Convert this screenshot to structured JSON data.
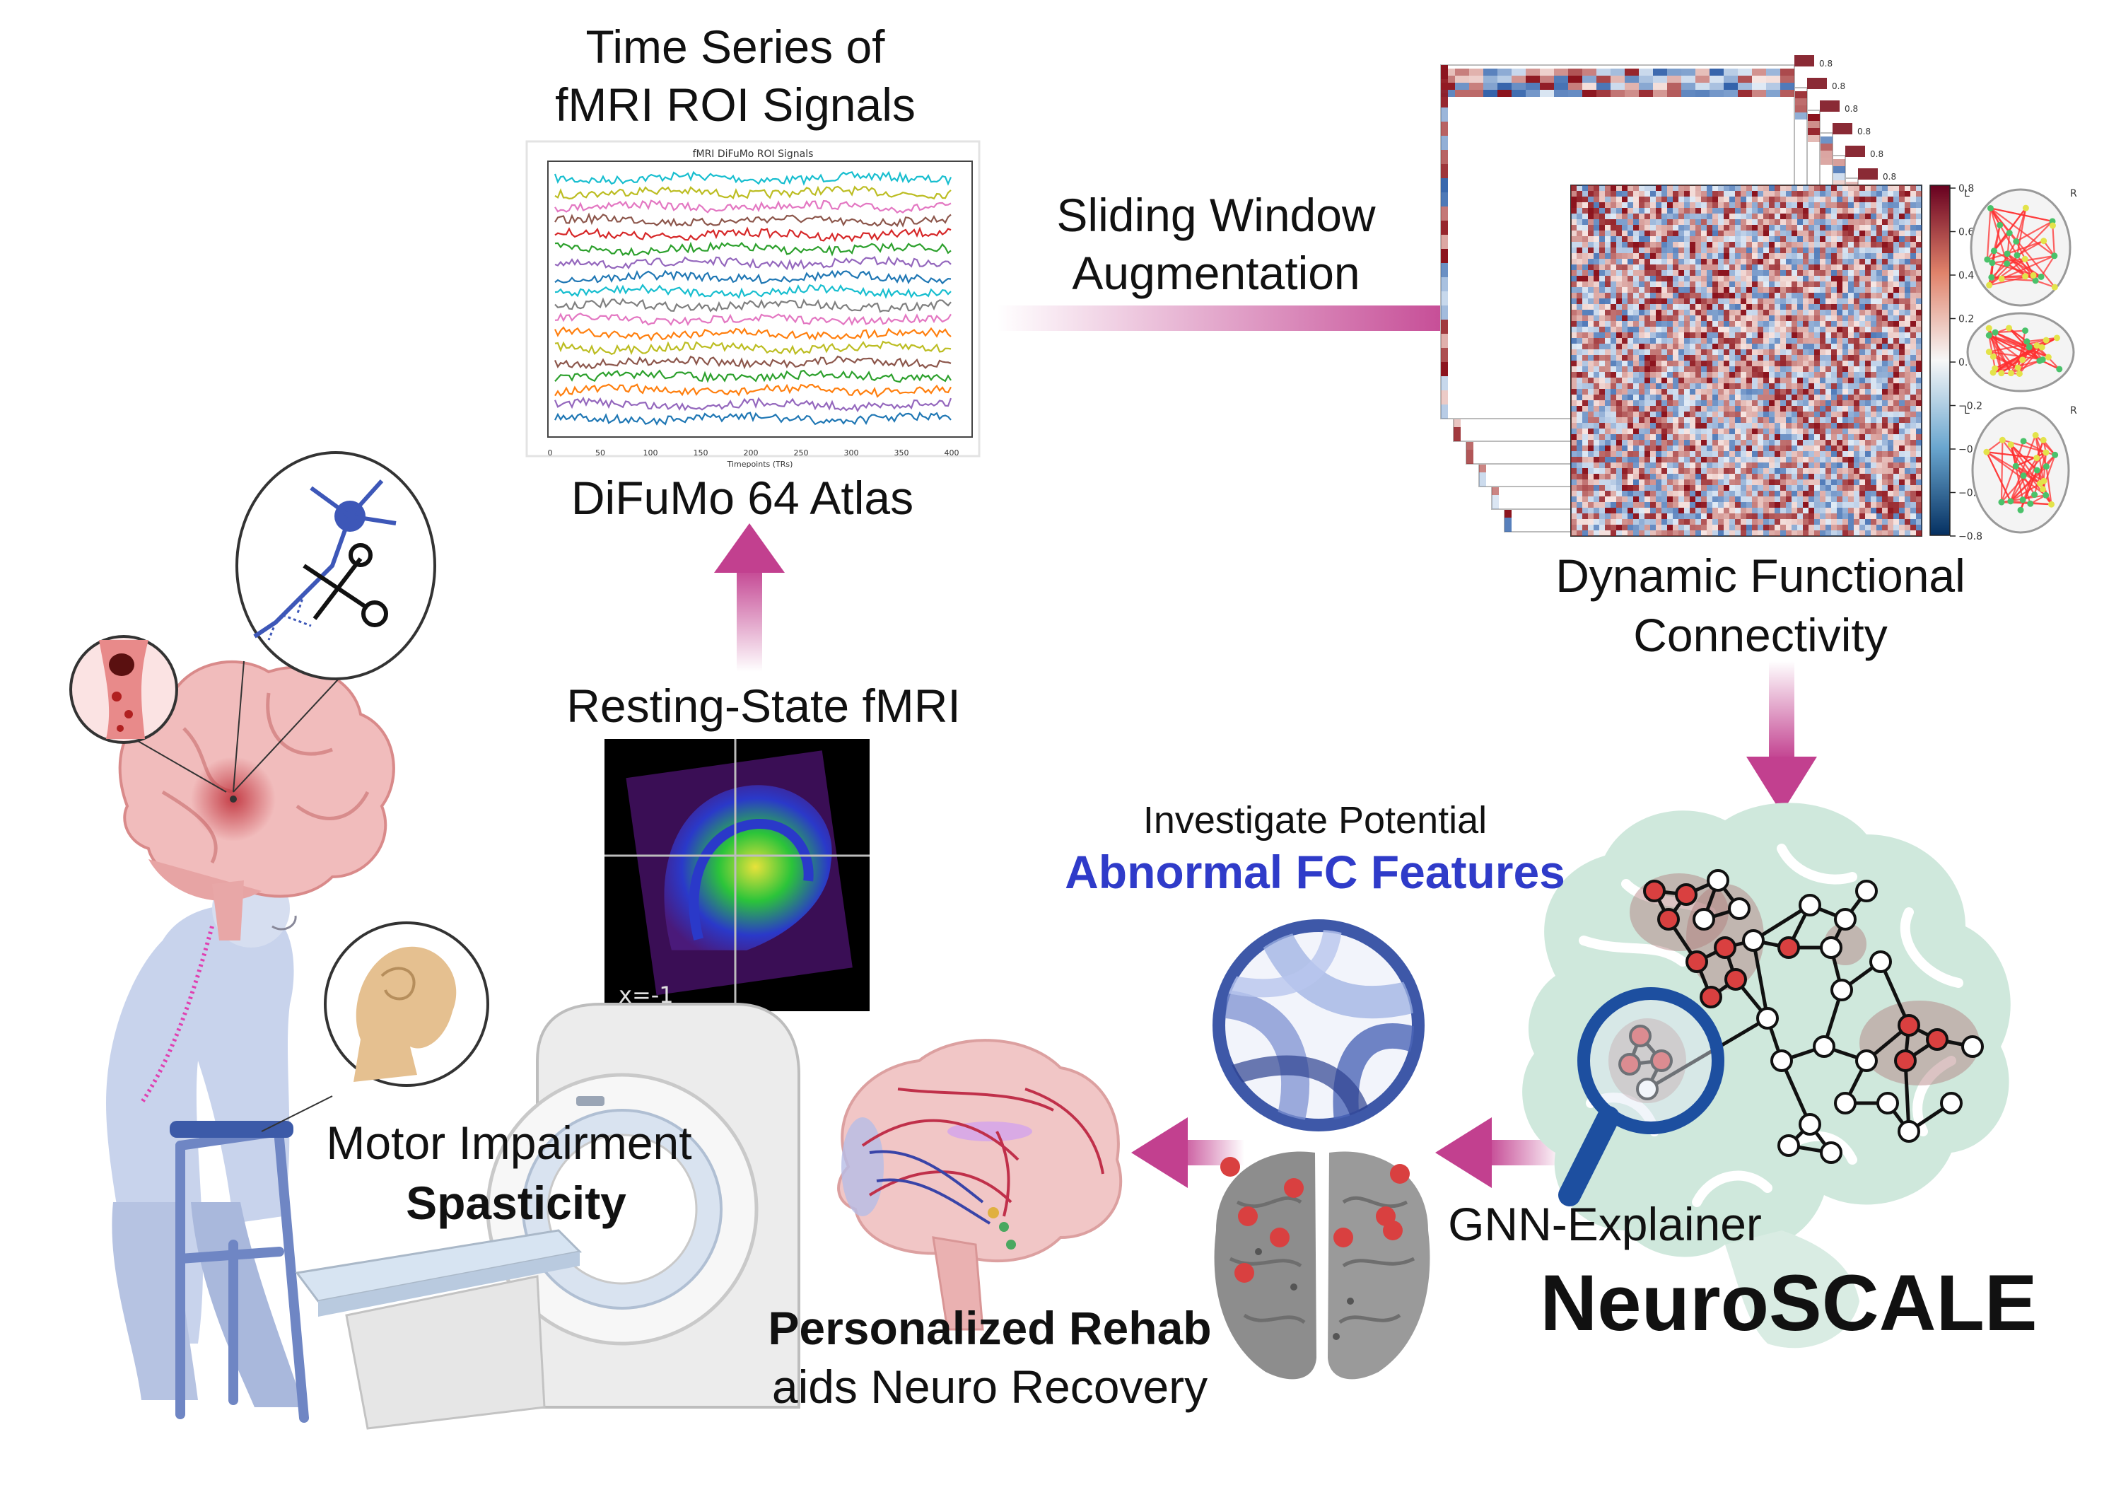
{
  "labels": {
    "time_series_line1": "Time Series of",
    "time_series_line2": "fMRI ROI Signals",
    "atlas": "DiFuMo 64 Atlas",
    "sliding_line1": "Sliding Window",
    "sliding_line2": "Augmentation",
    "dfc_line1": "Dynamic Functional",
    "dfc_line2": "Connectivity",
    "resting_state": "Resting-State fMRI",
    "investigate": "Investigate Potential",
    "abnormal": "Abnormal FC Features",
    "motor": "Motor Impairment",
    "spasticity": "Spasticity",
    "gnn": "GNN-Explainer",
    "brand": "NeuroSCALE",
    "rehab_line1": "Personalized Rehab",
    "rehab_line2": "aids Neuro Recovery"
  },
  "signal_plot": {
    "title": "fMRI DiFuMo ROI Signals",
    "xlabel": "Timepoints (TRs)",
    "xticks": [
      "0",
      "50",
      "100",
      "150",
      "200",
      "250",
      "300",
      "350",
      "400"
    ]
  },
  "connectivity": {
    "stack_label": "0.8",
    "colorbar_ticks": [
      "0.8",
      "0.6",
      "0.4",
      "0.2",
      "0.0",
      "−0.2",
      "−0.4",
      "−0.6",
      "−0.8"
    ],
    "brain_l": "L",
    "brain_r": "R"
  },
  "fmri_slice": {
    "coordinate": "x=-1"
  },
  "colors": {
    "arrow": "#c2408f",
    "abnormal_text": "#2f3bc9",
    "brain_green": "#cfe8dc",
    "node_red": "#d94040",
    "magnifier": "#1d4fa0"
  }
}
